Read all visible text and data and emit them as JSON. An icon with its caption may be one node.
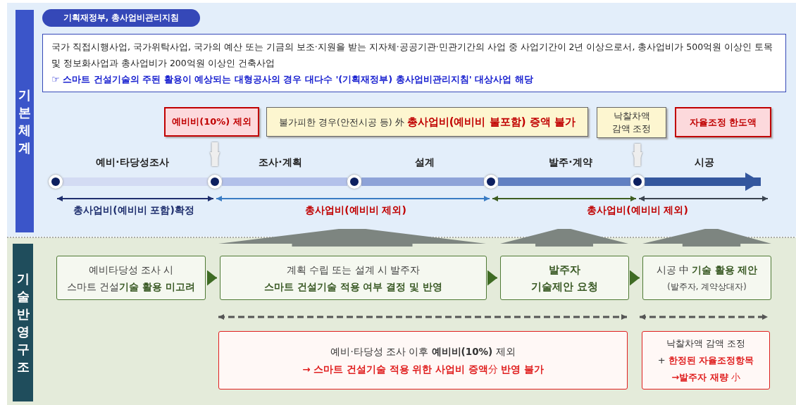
{
  "diagram": {
    "nodes": [
      {
        "text": [
          "기본체계"
        ]
      },
      {
        "text": [
          "기획재정부, 총사업비관리지침"
        ]
      },
      {
        "text": [
          "국가 직접시행사업, 국가위탁사업, 국가의 예산 또는 기금의 보조·지원을 받는 지자체·공공기관·민관기간의 사업 중 사업기간이 2년 이상으로서, 총사업비가 500억원 이상인 토목 및 정보화사업과 총사업비가 200억원 이상인 건축사업",
          "☞ 스마트 건설기술의 주된 활용이 예상되는 대형공사의 경우 대다수 '(기획재정부) 총사업비관리지침' 대상사업 해당"
        ]
      },
      {
        "text": [
          "예비비(10%) 제외"
        ]
      },
      {
        "text": [
          "불가피한 경우(안전시공 등) 外 **총사업비(예비비 불포함) 증액 불가**"
        ]
      },
      {
        "text": [
          "낙찰차액 감액 조정"
        ]
      },
      {
        "text": [
          "자율조정 한도액"
        ]
      },
      {
        "text": [],
        "shape": "circle"
      },
      {
        "text": [],
        "shape": "circle"
      },
      {
        "text": [],
        "shape": "circle"
      },
      {
        "text": [],
        "shape": "circle"
      },
      {
        "text": [],
        "shape": "circle"
      },
      {
        "text": [
          "기술반영 구조"
        ]
      },
      {
        "text": [
          "예비타당성 조사 시",
          "스마트 건설**기술 활용 미고려**"
        ]
      },
      {
        "text": [
          "계획 수립 또는 설계 시 발주자",
          "스마트 건설기술 적용 여부 결정 및 반영"
        ]
      },
      {
        "text": [
          "발주자 기술제안 요청"
        ]
      },
      {
        "text": [
          "시공 中 **기술 활용 제안**",
          "(발주자, 계약상대자)"
        ]
      },
      {
        "text": [
          "예비·타당성 조사 이후 **예비비(10%)** 제외",
          "**→ 스마트 건설기술 적용 위한 사업비 증액**分 **반영 불가**"
        ]
      },
      {
        "text": [
          "낙찰차액 감액 조정",
          "+ **한정된 자율조정항목**",
          "**→발주자 재량** 小"
        ]
      }
    ],
    "edges": [
      {
        "from": 3,
        "to": 8,
        "arrow": "to",
        "style": "thick",
        "color": "#eeeeee"
      },
      {
        "from": 5,
        "to": 11,
        "arrow": "to",
        "style": "thick",
        "color": "#eeeeee"
      },
      {
        "from": 7,
        "to": 8,
        "arrow": "none",
        "style": "thick",
        "color": "#d3dbf3"
      },
      {
        "from": 8,
        "to": 9,
        "arrow": "none",
        "style": "thick",
        "color": "#b3c1ea"
      },
      {
        "from": 9,
        "to": 10,
        "arrow": "none",
        "style": "thick",
        "color": "#8ea3d8"
      },
      {
        "from": 10,
        "to": 11,
        "arrow": "none",
        "style": "thick",
        "color": "#6180c2"
      },
      {
        "from": 11,
        "to": null,
        "arrow": "to",
        "style": "thick",
        "color": "#34579e"
      },
      {
        "from": 7,
        "to": 8,
        "arrow": "both",
        "color": "#1f2f6e"
      },
      {
        "from": 8,
        "to": 10,
        "arrow": "both",
        "color": "#3a7cc4"
      },
      {
        "from": 10,
        "to": 11,
        "arrow": "both",
        "color": "#3e5e22"
      },
      {
        "from": 11,
        "to": null,
        "arrow": "both",
        "color": "#3b4450"
      },
      {
        "from": 13,
        "to": 14,
        "arrow": "to"
      },
      {
        "from": 14,
        "to": 15,
        "arrow": "to"
      },
      {
        "from": 15,
        "to": 16,
        "arrow": "to"
      }
    ],
    "labels": [
      "예비·타당성조사",
      "조사·계획",
      "설계",
      "발주·계약",
      "시공",
      "총사업비(예비비 포함)확정",
      "총사업비(예비비 제외)",
      "총사업비(예비비 제외)"
    ]
  }
}
